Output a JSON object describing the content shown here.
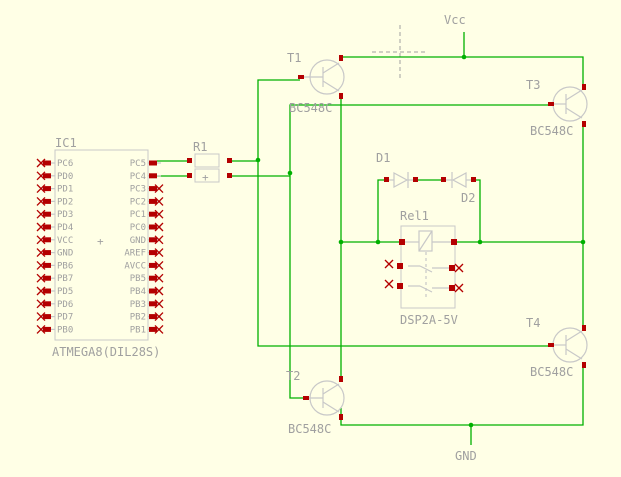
{
  "colors": {
    "background": "#ffffe6",
    "wire": "#00b000",
    "pin": "#b40000",
    "body": "#c8c8c8",
    "label": "#a0a0a0"
  },
  "ic1": {
    "name": "IC1",
    "value": "ATMEGA8(DIL28S)",
    "left_pins": [
      "PC6",
      "PD0",
      "PD1",
      "PD2",
      "PD3",
      "PD4",
      "VCC",
      "GND",
      "PB6",
      "PB7",
      "PD5",
      "PD6",
      "PD7",
      "PB0"
    ],
    "right_pins": [
      "PC5",
      "PC4",
      "PC3",
      "PC2",
      "PC1",
      "PC0",
      "GND",
      "AREF",
      "AVCC",
      "PB5",
      "PB4",
      "PB3",
      "PB2",
      "PB1"
    ]
  },
  "r1": {
    "name": "R1"
  },
  "t1": {
    "name": "T1",
    "value": "BC548C"
  },
  "t2": {
    "name": "T2",
    "value": "BC548C"
  },
  "t3": {
    "name": "T3",
    "value": "BC548C"
  },
  "t4": {
    "name": "T4",
    "value": "BC548C"
  },
  "d1": {
    "name": "D1"
  },
  "d2": {
    "name": "D2"
  },
  "rel1": {
    "name": "Rel1",
    "value": "DSP2A-5V"
  },
  "nets": {
    "vcc": "Vcc",
    "gnd": "GND"
  }
}
